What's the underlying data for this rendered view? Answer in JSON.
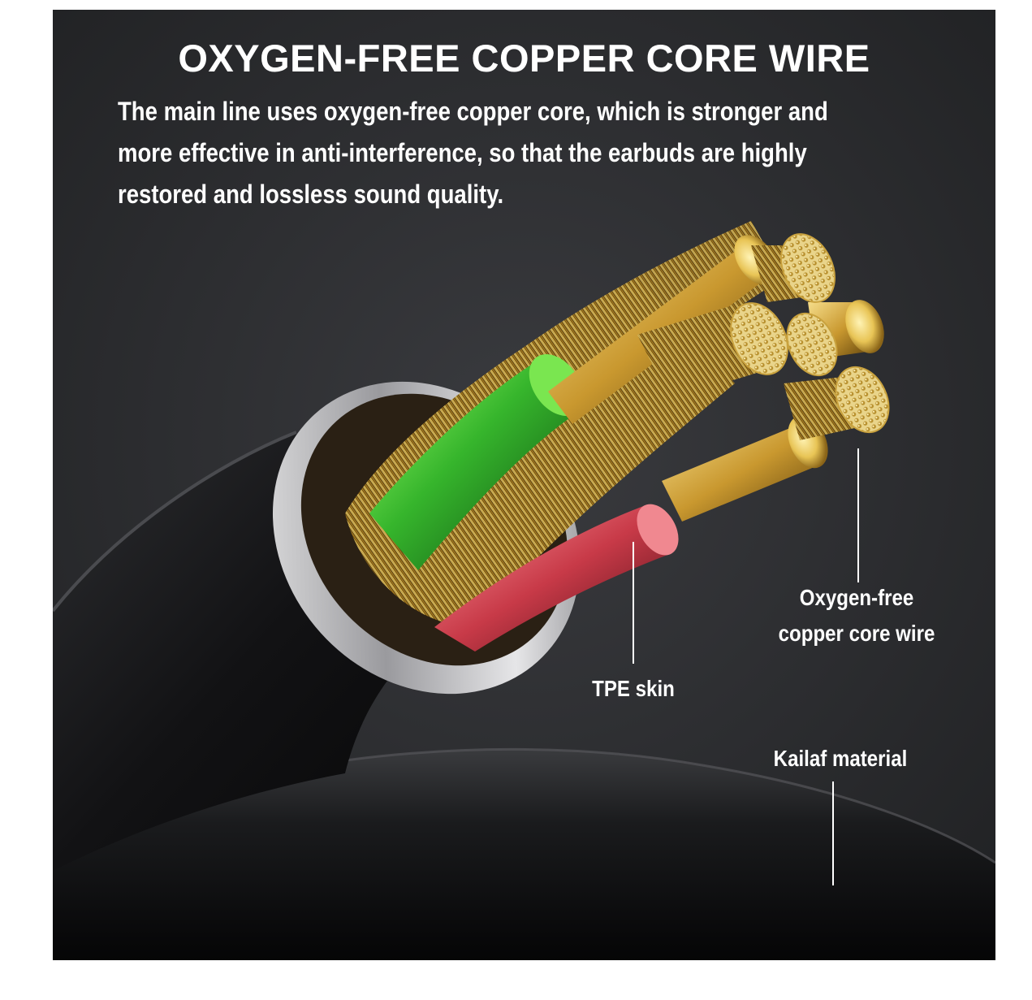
{
  "title": "OXYGEN-FREE COPPER CORE WIRE",
  "description": {
    "line1": "The main line uses oxygen-free copper core, which is stronger and",
    "line2": "more effective in anti-interference, so that the earbuds are highly",
    "line3": "restored and lossless sound quality."
  },
  "callouts": {
    "copper_line1": "Oxygen-free",
    "copper_line2": "copper core wire",
    "tpe": "TPE skin",
    "kailaf": "Kailaf material"
  },
  "colors": {
    "background": "#2a2b2e",
    "copper": "#d9b24a",
    "green_insulation": "#3fbf3a",
    "red_insulation": "#d24a55",
    "cable_jacket": "#141416"
  }
}
